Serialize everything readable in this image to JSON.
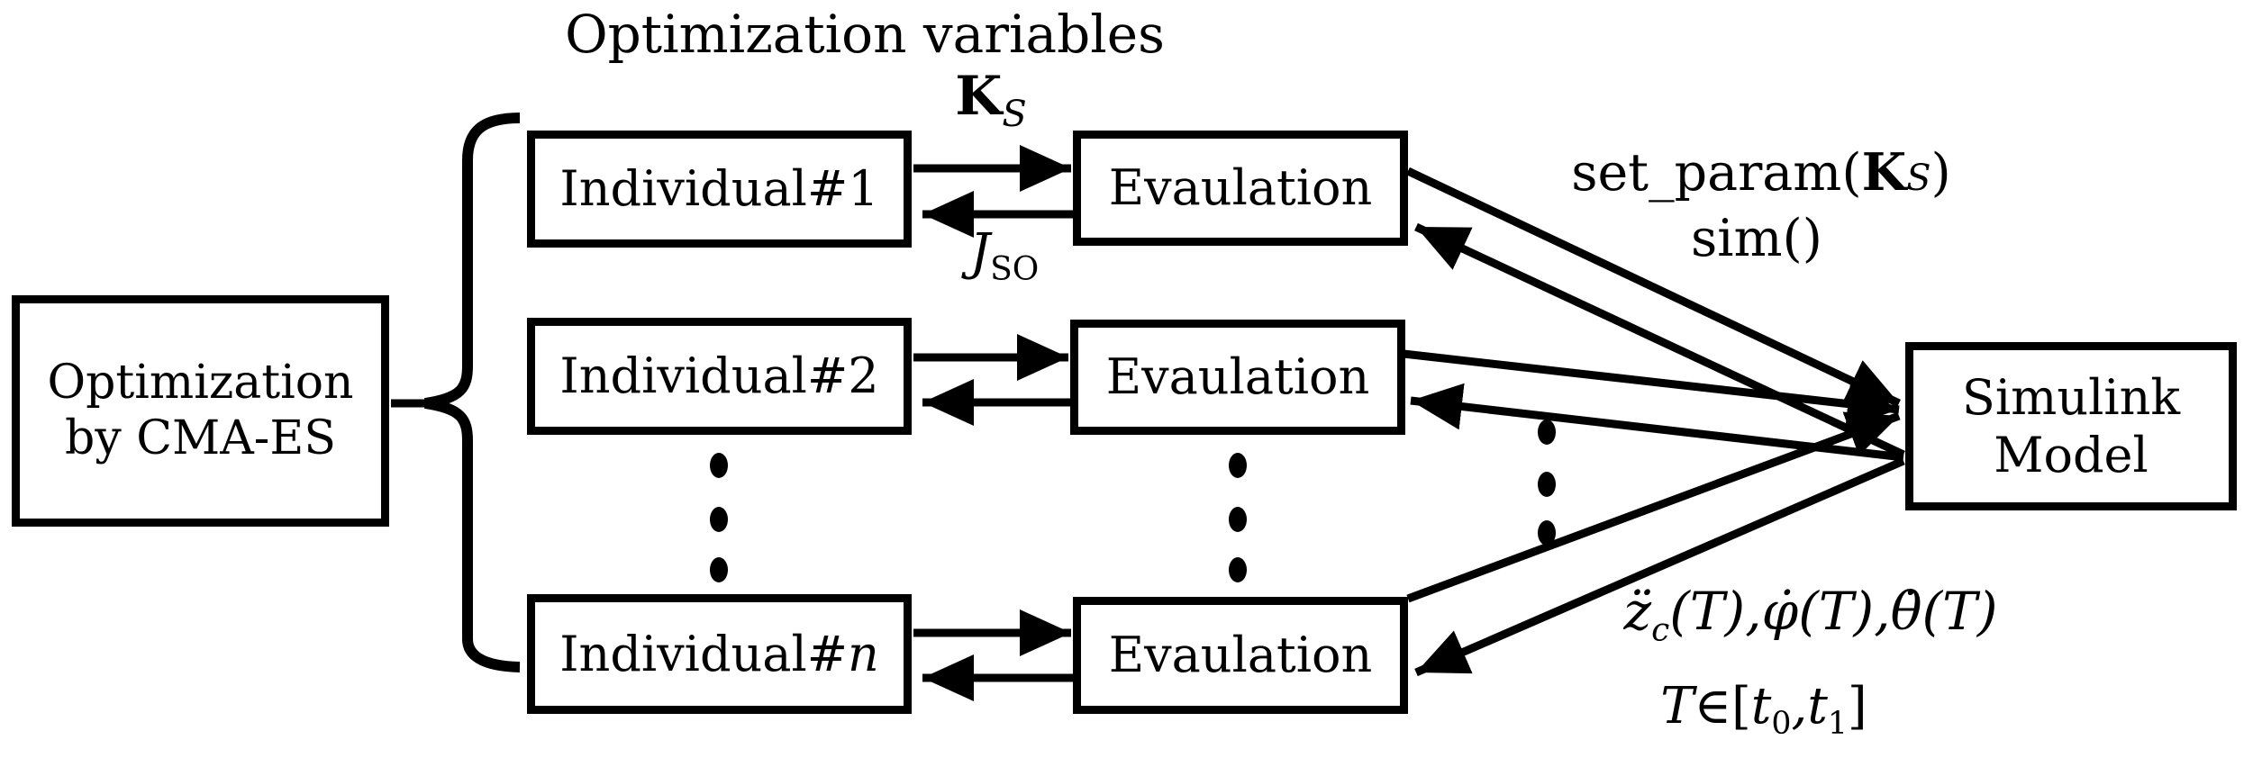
{
  "title": "Optimization variables",
  "optimizer_box": {
    "line1": "Optimization",
    "line2": "by CMA-ES"
  },
  "individuals": [
    {
      "prefix": "Individual#",
      "id": "1"
    },
    {
      "prefix": "Individual#",
      "id": "2"
    },
    {
      "prefix": "Individual#",
      "id": "n"
    }
  ],
  "evaluation_label": "Evaulation",
  "simulink_box": {
    "line1": "Simulink",
    "line2": "Model"
  },
  "annotations": {
    "ks": {
      "main": "K",
      "sub": "S"
    },
    "jso": {
      "main": "J",
      "sub": "SO"
    },
    "set_param": {
      "pre": "set_param(",
      "k": "K",
      "s": "S",
      "post": ")"
    },
    "sim": "sim()",
    "outputs": {
      "zdd": "z̈",
      "zsub": "c",
      "p1": "(T),",
      "phid": "φ̇",
      "p2": "(T),",
      "thetad": "θ̇",
      "p3": "(T)"
    },
    "interval": {
      "t_var": "T",
      "elem": "∈",
      "open": "[",
      "t0": "t",
      "sub0": "0",
      "comma": ",",
      "t1": "t",
      "sub1": "1",
      "close": "]"
    }
  },
  "colors": {
    "ink": "#000000",
    "background": "#ffffff"
  }
}
